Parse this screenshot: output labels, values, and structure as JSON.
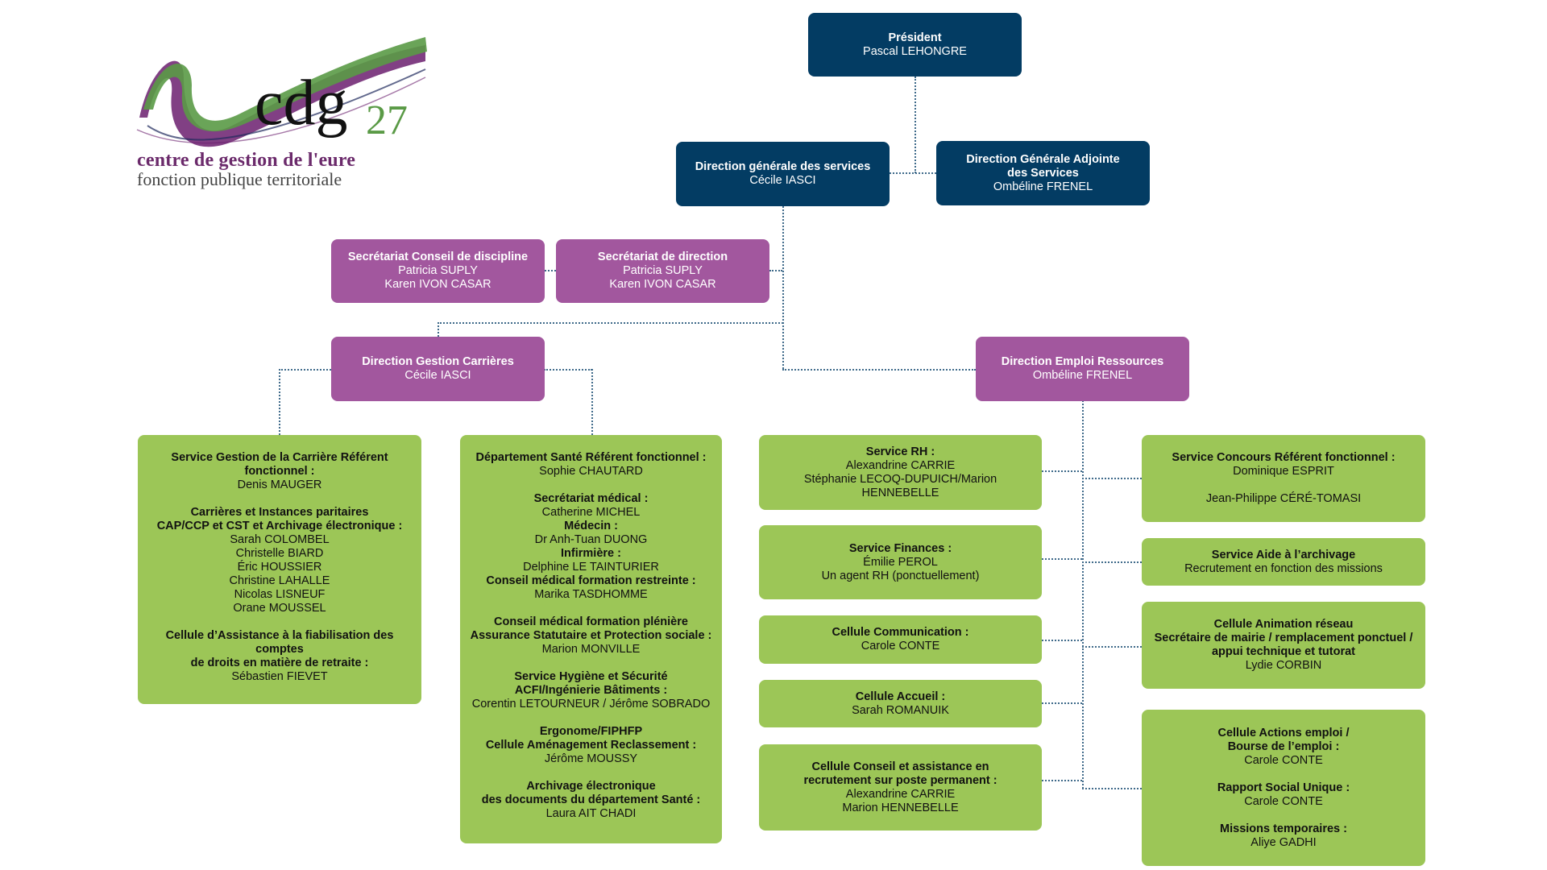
{
  "logo": {
    "brand": "cdg",
    "number": "27",
    "line1": "centre de gestion de l'eure",
    "line2": "fonction publique territoriale",
    "colors": {
      "green": "#5a9a46",
      "purple": "#6b1f6e",
      "navy": "#1f2a5c"
    }
  },
  "colors": {
    "navy": "#033c63",
    "purple": "#a2579e",
    "green": "#9cc657",
    "connector": "#3f6a8a"
  },
  "president": {
    "title": "Président",
    "name": "Pascal LEHONGRE"
  },
  "dgs": {
    "title": "Direction générale des services",
    "name": "Cécile IASCI"
  },
  "dgas": {
    "title_1": "Direction Générale Adjointe",
    "title_2": "des Services",
    "name": "Ombéline FRENEL"
  },
  "sec_discipline": {
    "title": "Secrétariat Conseil de discipline",
    "names": [
      "Patricia SUPLY",
      "Karen IVON CASAR"
    ]
  },
  "sec_direction": {
    "title": "Secrétariat de direction",
    "names": [
      "Patricia SUPLY",
      "Karen IVON CASAR"
    ]
  },
  "dgc": {
    "title": "Direction Gestion Carrières",
    "name": "Cécile IASCI"
  },
  "der": {
    "title": "Direction Emploi Ressources",
    "name": "Ombéline FRENEL"
  },
  "carriere": {
    "t1": "Service Gestion de la Carrière Référent",
    "t2": "fonctionnel :",
    "ref": "Denis MAUGER",
    "t3": "Carrières et Instances paritaires",
    "t4": "CAP/CCP et CST et Archivage électronique :",
    "members": [
      "Sarah COLOMBEL",
      "Christelle BIARD",
      "Éric HOUSSIER",
      "Christine LAHALLE",
      "Nicolas LISNEUF",
      "Orane MOUSSEL"
    ],
    "t5": "Cellule d’Assistance à la fiabilisation des comptes",
    "t6": "de droits en matière de retraite :",
    "retraite": "Sébastien FIEVET"
  },
  "sante": {
    "t1": "Département Santé Référent fonctionnel :",
    "ref": "Sophie CHAUTARD",
    "sec_t": "Secrétariat médical :",
    "sec_n": "Catherine MICHEL",
    "med_t": "Médecin :",
    "med_n": "Dr Anh-Tuan DUONG",
    "inf_t": "Infirmière :",
    "inf_n": "Delphine LE TAINTURIER",
    "cmr_t": "Conseil médical formation restreinte :",
    "cmr_n": "Marika TASDHOMME",
    "cmp_t1": "Conseil médical formation plénière",
    "cmp_t2": "Assurance Statutaire et Protection sociale :",
    "cmp_n": "Marion MONVILLE",
    "hyg_t1": "Service Hygiène et Sécurité",
    "hyg_t2": "ACFI/Ingénierie Bâtiments :",
    "hyg_n": "Corentin LETOURNEUR / Jérôme SOBRADO",
    "erg_t1": "Ergonome/FIPHFP",
    "erg_t2": "Cellule Aménagement Reclassement :",
    "erg_n": "Jérôme MOUSSY",
    "arc_t1": "Archivage électronique",
    "arc_t2": "des documents du département Santé :",
    "arc_n": "Laura AIT CHADI"
  },
  "rh": {
    "title": "Service RH :",
    "names": [
      "Alexandrine CARRIE",
      "Stéphanie LECOQ-DUPUICH/Marion HENNEBELLE"
    ]
  },
  "finances": {
    "title": "Service Finances :",
    "names": [
      "Émilie PEROL",
      "Un agent RH (ponctuellement)"
    ]
  },
  "communication": {
    "title": "Cellule Communication :",
    "name": "Carole CONTE"
  },
  "accueil": {
    "title": "Cellule Accueil :",
    "name": "Sarah ROMANUIK"
  },
  "conseil_recrut": {
    "t1": "Cellule Conseil et assistance en",
    "t2": "recrutement sur poste permanent :",
    "names": [
      "Alexandrine CARRIE",
      "Marion HENNEBELLE"
    ]
  },
  "concours": {
    "title": "Service Concours Référent fonctionnel :",
    "ref": "Dominique ESPRIT",
    "other": "Jean-Philippe CÉRÉ-TOMASI"
  },
  "archivage": {
    "title": "Service Aide à l’archivage",
    "desc": "Recrutement en fonction des missions"
  },
  "animation": {
    "t1": "Cellule Animation réseau",
    "t2": "Secrétaire de mairie / remplacement ponctuel /",
    "t3": "appui technique et tutorat",
    "name": "Lydie CORBIN"
  },
  "actions": {
    "t1": "Cellule Actions emploi /",
    "t2": "Bourse de l’emploi :",
    "n1": "Carole CONTE",
    "t3": "Rapport Social Unique :",
    "n2": "Carole CONTE",
    "t4": "Missions temporaires :",
    "n3": "Aliye GADHI"
  }
}
